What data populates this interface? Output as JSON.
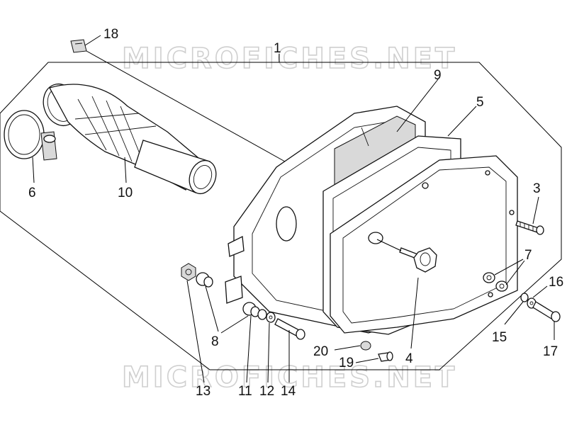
{
  "watermark": {
    "text": "MICROFICHES.NET"
  },
  "callouts": [
    {
      "id": "1",
      "label": "1"
    },
    {
      "id": "3",
      "label": "3"
    },
    {
      "id": "4",
      "label": "4"
    },
    {
      "id": "5",
      "label": "5"
    },
    {
      "id": "6",
      "label": "6"
    },
    {
      "id": "7",
      "label": "7"
    },
    {
      "id": "8",
      "label": "8"
    },
    {
      "id": "9",
      "label": "9"
    },
    {
      "id": "10",
      "label": "10"
    },
    {
      "id": "11",
      "label": "11"
    },
    {
      "id": "12",
      "label": "12"
    },
    {
      "id": "13",
      "label": "13"
    },
    {
      "id": "14",
      "label": "14"
    },
    {
      "id": "15",
      "label": "15"
    },
    {
      "id": "16",
      "label": "16"
    },
    {
      "id": "17",
      "label": "17"
    },
    {
      "id": "18",
      "label": "18"
    },
    {
      "id": "19",
      "label": "19"
    },
    {
      "id": "20",
      "label": "20"
    }
  ]
}
